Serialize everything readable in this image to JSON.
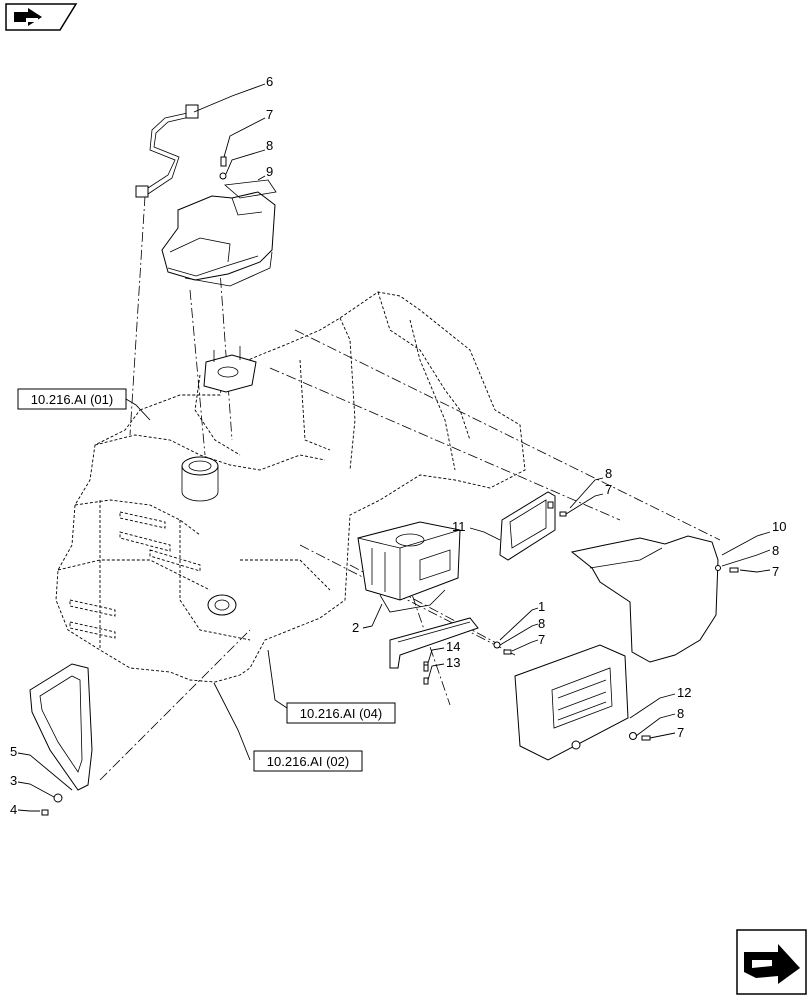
{
  "diagram": {
    "callouts": [
      {
        "id": "c1",
        "label": "1"
      },
      {
        "id": "c2",
        "label": "2"
      },
      {
        "id": "c3",
        "label": "3"
      },
      {
        "id": "c4",
        "label": "4"
      },
      {
        "id": "c5",
        "label": "5"
      },
      {
        "id": "c6",
        "label": "6"
      },
      {
        "id": "c7a",
        "label": "7"
      },
      {
        "id": "c7b",
        "label": "7"
      },
      {
        "id": "c7c",
        "label": "7"
      },
      {
        "id": "c7d",
        "label": "7"
      },
      {
        "id": "c7e",
        "label": "7"
      },
      {
        "id": "c8a",
        "label": "8"
      },
      {
        "id": "c8b",
        "label": "8"
      },
      {
        "id": "c8c",
        "label": "8"
      },
      {
        "id": "c8d",
        "label": "8"
      },
      {
        "id": "c8e",
        "label": "8"
      },
      {
        "id": "c9",
        "label": "9"
      },
      {
        "id": "c10",
        "label": "10"
      },
      {
        "id": "c11",
        "label": "11"
      },
      {
        "id": "c12",
        "label": "12"
      },
      {
        "id": "c13",
        "label": "13"
      },
      {
        "id": "c14",
        "label": "14"
      }
    ],
    "references": [
      {
        "id": "ref01",
        "label": "10.216.AI (01)"
      },
      {
        "id": "ref04",
        "label": "10.216.AI (04)"
      },
      {
        "id": "ref02",
        "label": "10.216.AI (02)"
      }
    ]
  },
  "icons": {
    "top_left": "previous-page-arrow-icon",
    "bottom_right": "next-page-arrow-icon"
  }
}
